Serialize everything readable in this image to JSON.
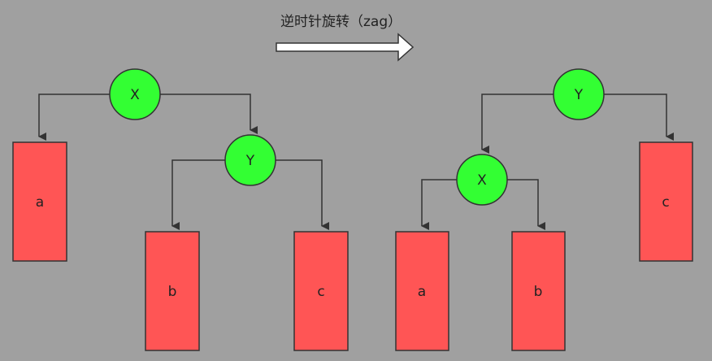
{
  "caption": "逆时针旋转（zag）",
  "colors": {
    "background": "#a0a0a0",
    "node_fill": "#33ff33",
    "leaf_fill": "#ff5555",
    "stroke": "#333333",
    "arrow_fill": "#ffffff"
  },
  "before": {
    "root": "X",
    "child": "Y",
    "leaves": [
      "a",
      "b",
      "c"
    ]
  },
  "after": {
    "root": "Y",
    "child": "X",
    "leaves": [
      "a",
      "b",
      "c"
    ]
  }
}
